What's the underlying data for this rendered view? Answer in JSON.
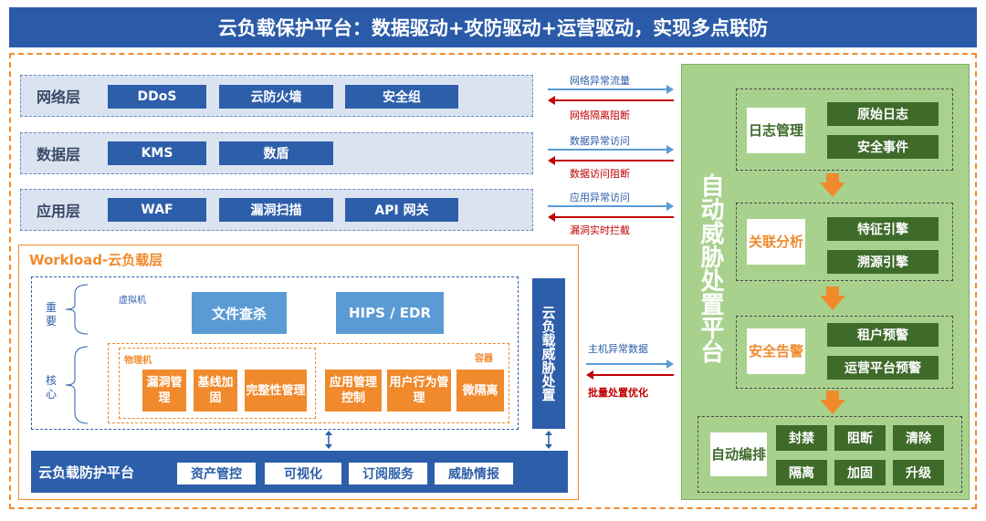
{
  "title": "云负载保护平台：数据驱动+攻防驱动+运营驱动，实现多点联防",
  "layers": [
    {
      "label": "网络层",
      "items": [
        "DDoS",
        "云防火墙",
        "安全组"
      ],
      "arrow_out": "网络异常流量",
      "arrow_in": "网络隔离阻断"
    },
    {
      "label": "数据层",
      "items": [
        "KMS",
        "数盾"
      ],
      "arrow_out": "数据异常访问",
      "arrow_in": "数据访问阻断"
    },
    {
      "label": "应用层",
      "items": [
        "WAF",
        "漏洞扫描",
        "API 网关"
      ],
      "arrow_out": "应用异常访问",
      "arrow_in": "漏洞实时拦截"
    }
  ],
  "workload": {
    "title": "Workload-云负载层",
    "important_label": "重要",
    "core_label": "核心",
    "vm_label": "虚拟机",
    "vm_items": [
      "文件查杀",
      "HIPS / EDR"
    ],
    "physical_label": "物理机",
    "physical_items": [
      "漏洞管理",
      "基线加固",
      "完整性管理"
    ],
    "container_label": "容器",
    "container_items": [
      "应用管理控制",
      "用户行为管理",
      "微隔离"
    ],
    "threat_handling": "云负载威胁处置",
    "arrow_out": "主机异常数据",
    "arrow_in": "批量处置优化",
    "platform_label": "云负载防护平台",
    "platform_items": [
      "资产管控",
      "可视化",
      "订阅服务",
      "威胁情报"
    ]
  },
  "auto": {
    "title": "自动威胁处置平台",
    "log_label": "日志管理",
    "log_items": [
      "原始日志",
      "安全事件"
    ],
    "analysis_label": "关联分析",
    "analysis_items": [
      "特征引擎",
      "溯源引擎"
    ],
    "alert_label": "安全告警",
    "alert_items": [
      "租户预警",
      "运营平台预警"
    ],
    "orchestration_label": "自动编排",
    "orchestration_items": [
      "封禁",
      "阻断",
      "清除",
      "隔离",
      "加固",
      "升级"
    ]
  },
  "colors": {
    "blue": "#2d5eaa",
    "orange": "#f08a2c",
    "green": "#a9d18e",
    "dark_green": "#3f6b2a",
    "red": "#c00000"
  }
}
